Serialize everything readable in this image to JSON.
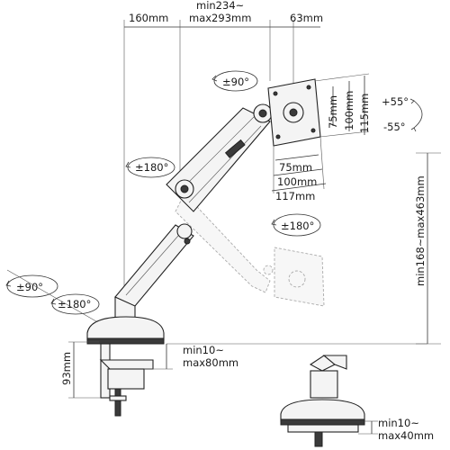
{
  "labels": {
    "reach_short": "160mm",
    "reach_range_line1": "min234~",
    "reach_range_line2": "max293mm",
    "vesa_offset": "63mm",
    "rot_top": "±90°",
    "rot_mid_arm": "±180°",
    "rot_vertical": "±180°",
    "rot_base_left": "±90°",
    "rot_base_right": "±180°",
    "vesa_v1": "75mm",
    "vesa_v2": "100mm",
    "vesa_v3": "115mm",
    "vesa_h1": "75mm",
    "vesa_h2": "100mm",
    "vesa_h3": "117mm",
    "tilt_up": "+55°",
    "tilt_down": "-55°",
    "height_range": "min168~max463mm",
    "base_height": "93mm",
    "clamp_line1": "min10~",
    "clamp_line2": "max80mm",
    "grommet_line1": "min10~",
    "grommet_line2": "max40mm"
  }
}
